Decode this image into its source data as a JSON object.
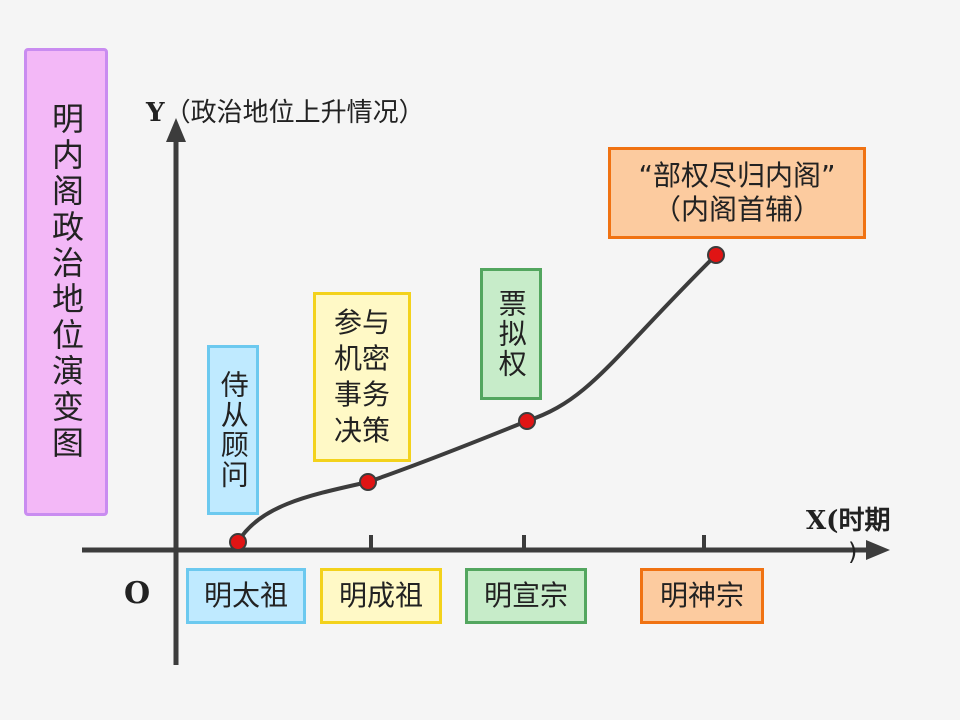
{
  "diagram": {
    "title": "明内阁政治地位演变图",
    "y_axis_label": "Y（政治地位上升情况）",
    "x_axis_label_main": "X(时期",
    "x_axis_label_close": ")",
    "origin_label": "O",
    "periods": [
      {
        "name": "明太祖",
        "status": "侍从顾问",
        "color": "#bfeaff",
        "border": "#6cc9ef"
      },
      {
        "name": "明成祖",
        "status": "参与机密事务决策",
        "color": "#fff9c6",
        "border": "#f3d21c"
      },
      {
        "name": "明宣宗",
        "status": "票拟权",
        "color": "#c7ecc9",
        "border": "#53a65f"
      },
      {
        "name": "明神宗",
        "status_line1": "“部权尽归内阁”",
        "status_line2": "（内阁首辅）",
        "color": "#fccb9f",
        "border": "#f07212"
      }
    ],
    "axis_color": "#3c3c3c",
    "point_color": "#e01414"
  },
  "chart_data": {
    "type": "line",
    "x": [
      "明太祖",
      "明成祖",
      "明宣宗",
      "明神宗"
    ],
    "y_levels": [
      1,
      2,
      3,
      4
    ],
    "note_labels": [
      "侍从顾问",
      "参与机密事务决策",
      "票拟权",
      "“部权尽归内阁”（内阁首辅）"
    ]
  }
}
